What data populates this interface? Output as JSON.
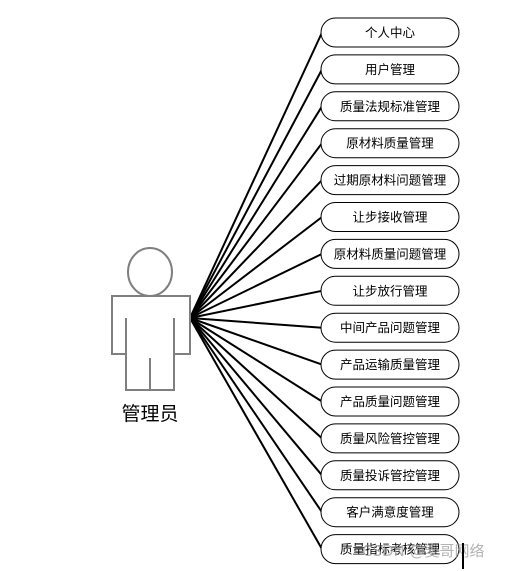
{
  "actor": {
    "label": "管理员"
  },
  "use_cases": [
    {
      "label": "个人中心"
    },
    {
      "label": "用户管理"
    },
    {
      "label": "质量法规标准管理"
    },
    {
      "label": "原材料质量管理"
    },
    {
      "label": "过期原材料问题管理"
    },
    {
      "label": "让步接收管理"
    },
    {
      "label": "原材料质量问题管理"
    },
    {
      "label": "让步放行管理"
    },
    {
      "label": "中间产品问题管理"
    },
    {
      "label": "产品运输质量管理"
    },
    {
      "label": "产品质量问题管理"
    },
    {
      "label": "质量风险管控管理"
    },
    {
      "label": "质量投诉管控管理"
    },
    {
      "label": "客户满意度管理"
    },
    {
      "label": "质量指标考核管理"
    }
  ],
  "watermark": {
    "text": "CSDN @麦哥网络"
  },
  "colors": {
    "line": "#000000",
    "actor_stroke": "#7f7f7f",
    "actor_fill": "#ffffff",
    "box_fill": "#ffffff",
    "box_stroke": "#000000"
  }
}
